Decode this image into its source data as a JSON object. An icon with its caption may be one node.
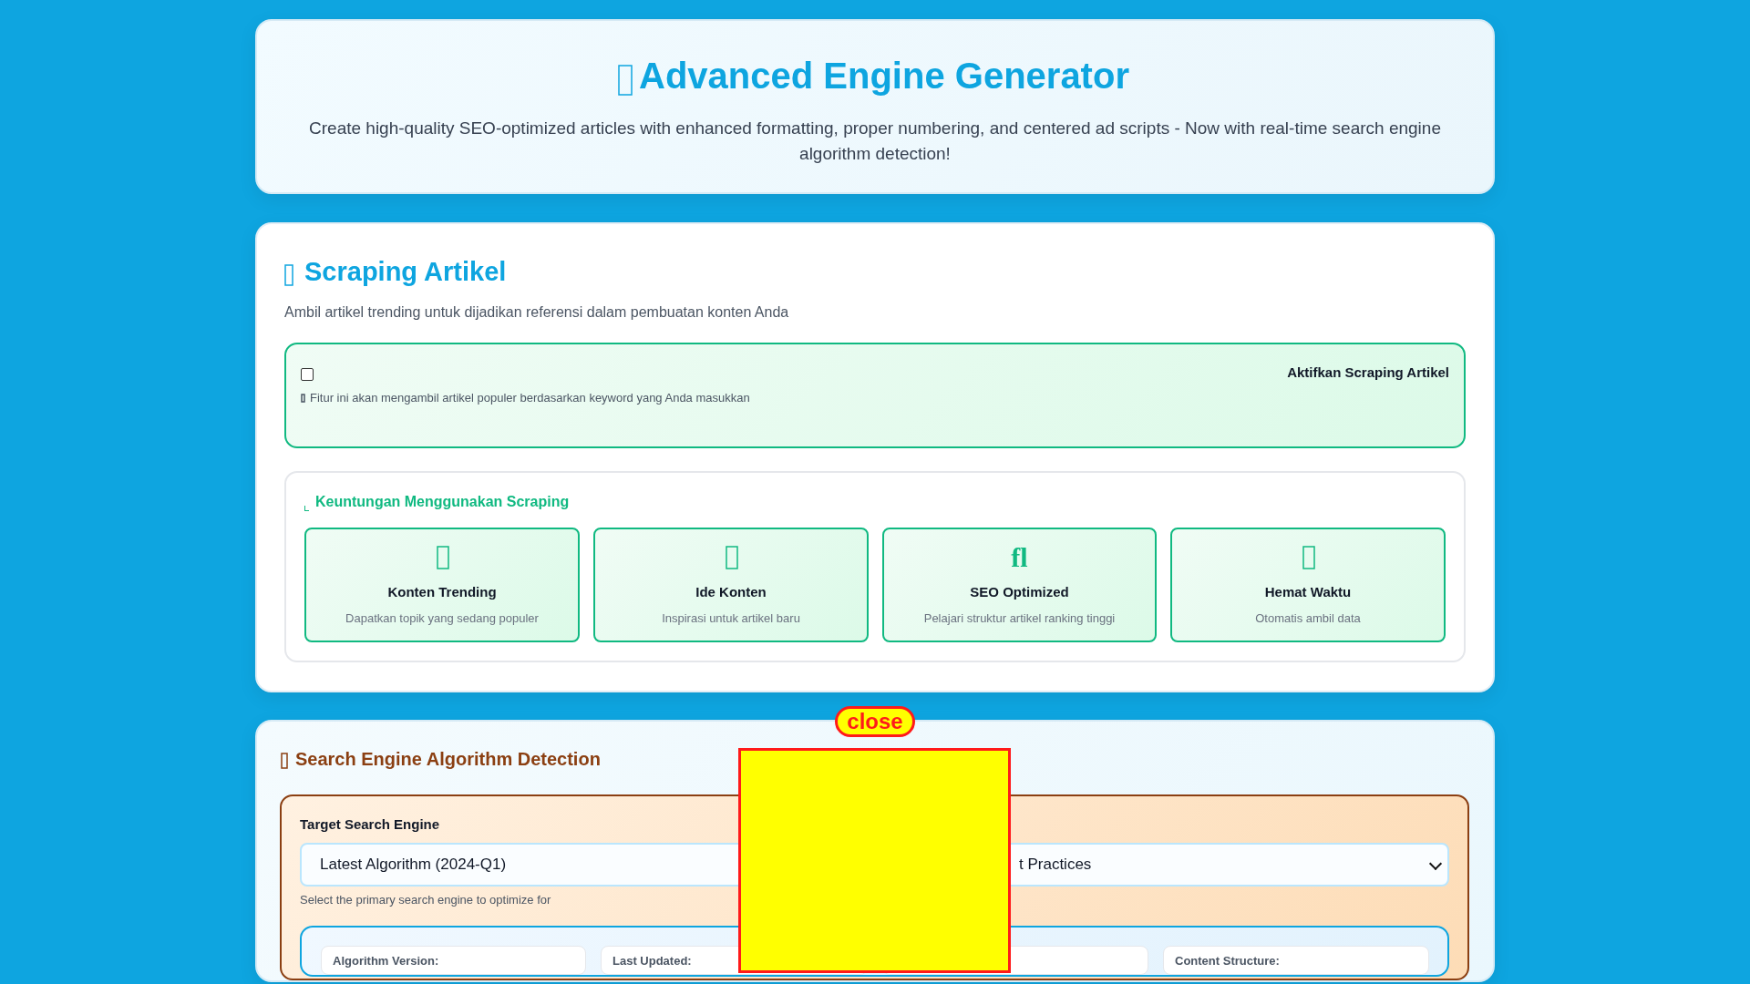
{
  "diagram": {
    "nodes": [
      {
        "text": [
          "Advanced Engine Generator",
          "Create high-quality SEO-optimized articles with enhanced formatting, proper numbering, and centered ad scripts - Now with real-time search engine algorithm detection!"
        ]
      },
      {
        "text": [
          "Scraping Artikel",
          "Ambil artikel trending untuk dijadikan referensi dalam pembuatan konten Anda"
        ]
      },
      {
        "text": [
          "Aktifkan Scraping Artikel",
          "Fitur ini akan mengambil artikel populer berdasarkan keyword yang Anda masukkan"
        ],
        "in": 1
      },
      {
        "text": [
          "Keuntungan Menggunakan Scraping"
        ],
        "in": 1
      },
      {
        "text": [
          "Konten Trending",
          "Dapatkan topik yang sedang populer"
        ],
        "in": 3
      },
      {
        "text": [
          "Ide Konten",
          "Inspirasi untuk artikel baru"
        ],
        "in": 3
      },
      {
        "text": [
          "fl",
          "SEO Optimized",
          "Pelajari struktur artikel ranking tinggi"
        ],
        "in": 3
      },
      {
        "text": [
          "Hemat Waktu",
          "Otomatis ambil data"
        ],
        "in": 3
      },
      {
        "text": [
          "Search Engine Algorithm Detection"
        ]
      },
      {
        "text": [
          "Target Search Engine",
          "Select the primary search engine to optimize for"
        ],
        "in": 8
      },
      {
        "text": [
          "Latest Algorithm (2024-Q1)"
        ],
        "in": 9
      },
      {
        "text": [
          "t Practices"
        ],
        "in": 9
      },
      {
        "text": [],
        "shape": "box",
        "in": 9
      },
      {
        "text": [
          "Algorithm Version:"
        ],
        "in": 12
      },
      {
        "text": [
          "Last Updated:"
        ],
        "in": 12
      },
      {
        "text": [],
        "shape": "box",
        "in": 12
      },
      {
        "text": [
          "Content Structure:"
        ],
        "in": 12
      },
      {
        "text": [],
        "shape": "box",
        "in": 8
      },
      {
        "text": [
          "close"
        ]
      }
    ],
    "edges": []
  }
}
